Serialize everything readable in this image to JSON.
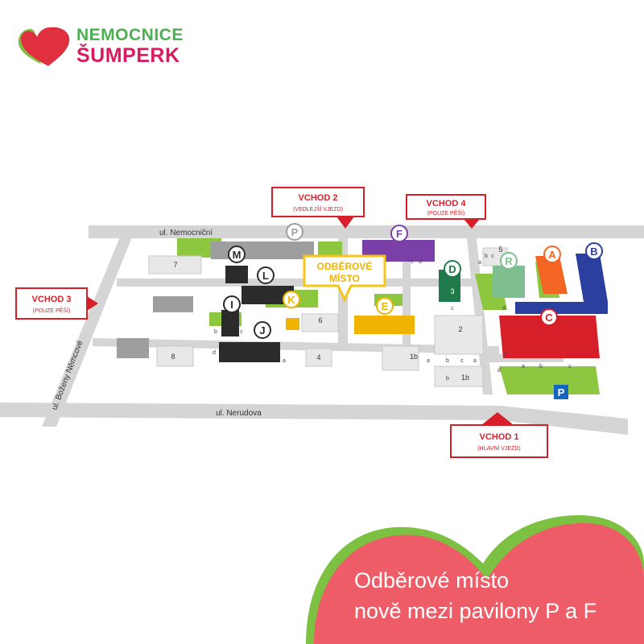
{
  "logo": {
    "line1": "NEMOCNICE",
    "line2": "ŠUMPERK",
    "colors": [
      "#7cc142",
      "#e0303f"
    ]
  },
  "streets": {
    "top": "ul. Nemocniční",
    "bottom": "ul. Nerudova",
    "left": "ul. Boženy Němcové"
  },
  "entrances": [
    {
      "id": "vchod2",
      "title": "VCHOD 2",
      "subtitle": "(VEDLEJŠÍ VJEZD)"
    },
    {
      "id": "vchod4",
      "title": "VCHOD 4",
      "subtitle": "(POUZE PĚŠÍ)"
    },
    {
      "id": "vchod3",
      "title": "VCHOD 3",
      "subtitle": "(POUZE PĚŠÍ)"
    },
    {
      "id": "vchod1",
      "title": "VCHOD 1",
      "subtitle": "(HLAVNÍ VJEZD)"
    }
  ],
  "collection_point": {
    "line1": "ODBĚROVÉ",
    "line2": "MÍSTO",
    "color": "#f5c518"
  },
  "pavilions": [
    {
      "letter": "P",
      "color": "#9e9e9e"
    },
    {
      "letter": "F",
      "color": "#7b3fa8"
    },
    {
      "letter": "M",
      "color": "#2b2b2b"
    },
    {
      "letter": "L",
      "color": "#2b2b2b"
    },
    {
      "letter": "K",
      "color": "#f0b400"
    },
    {
      "letter": "I",
      "color": "#2b2b2b"
    },
    {
      "letter": "J",
      "color": "#2b2b2b"
    },
    {
      "letter": "E",
      "color": "#f0b400"
    },
    {
      "letter": "D",
      "color": "#1e7a4a"
    },
    {
      "letter": "R",
      "color": "#7fbf8f"
    },
    {
      "letter": "A",
      "color": "#f26522"
    },
    {
      "letter": "B",
      "color": "#2a3f9e"
    },
    {
      "letter": "C",
      "color": "#d71f2a"
    }
  ],
  "building_numbers": [
    "7",
    "6",
    "4",
    "8",
    "2",
    "1b",
    "1b",
    "5",
    "3"
  ],
  "building_sub_labels": [
    "b",
    "c",
    "d",
    "a",
    "c",
    "d",
    "a",
    "b",
    "c",
    "a",
    "b",
    "c",
    "a",
    "b",
    "c",
    "d",
    "c",
    "d",
    "a",
    "b",
    "c"
  ],
  "parking": {
    "label": "P",
    "color": "#1565c0"
  },
  "caption": {
    "line1": "Odběrové místo",
    "line2": "nově mezi pavilony P a F"
  },
  "colors": {
    "road": "#d5d5d5",
    "green": "#8dc63f",
    "heart_red": "#ee5c68",
    "heart_green": "#7cc142",
    "marker_red": "#d71f2a"
  }
}
